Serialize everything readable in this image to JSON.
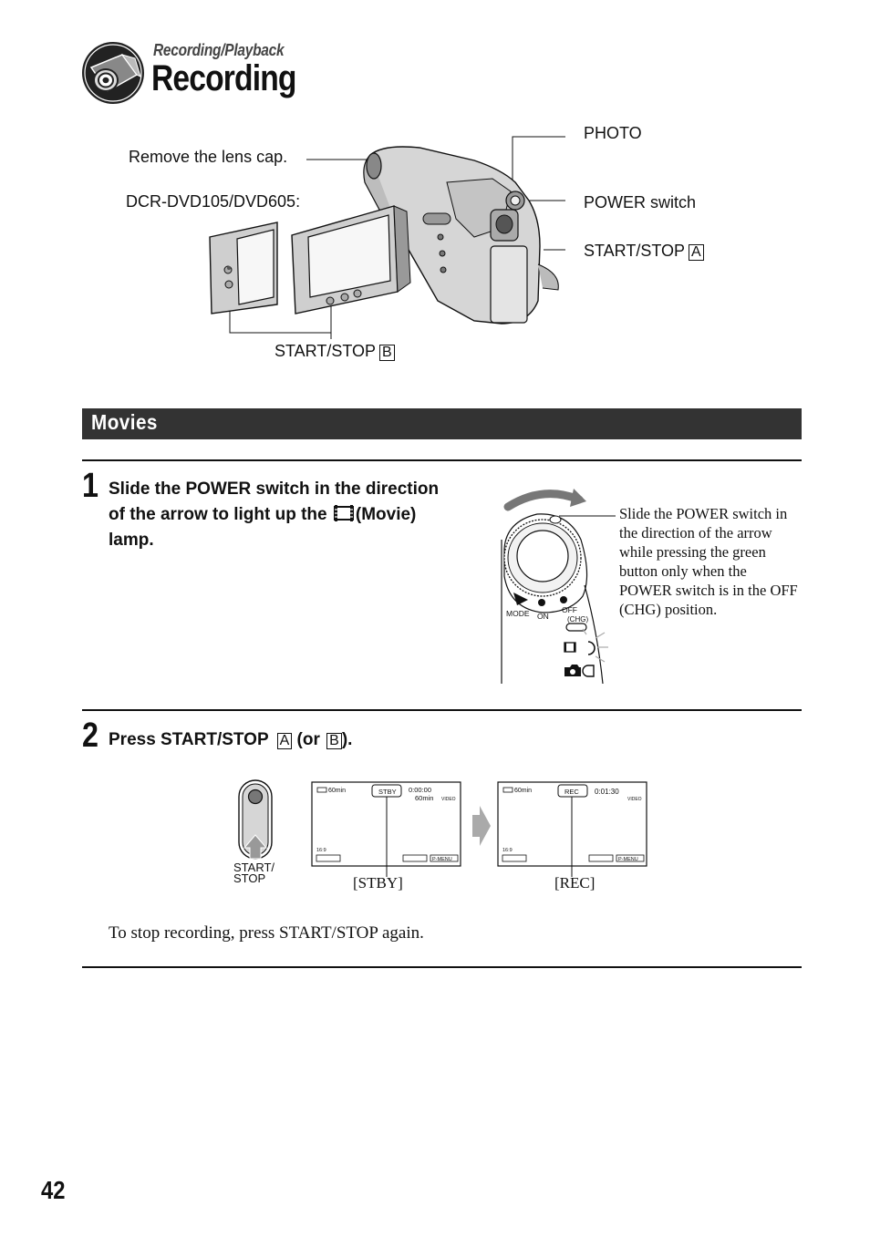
{
  "header": {
    "section": "Recording/Playback",
    "title": "Recording",
    "icon": "camcorder-section-icon"
  },
  "figure_top": {
    "lens_cap": "Remove the lens cap.",
    "model": "DCR-DVD105/DVD605:",
    "photo": "PHOTO",
    "power_switch": "POWER switch",
    "start_stop_a": "START/STOP",
    "start_stop_a_key": "A",
    "start_stop_b": "START/STOP",
    "start_stop_b_key": "B"
  },
  "movies": {
    "heading": "Movies"
  },
  "step1": {
    "number": "1",
    "line1": "Slide the POWER switch in the direction",
    "line2_pre": "of the arrow to light up the",
    "line2_post": "(Movie)",
    "line3": "lamp.",
    "note": "Slide the POWER switch in the direction of the arrow while pressing the green button only when the POWER switch is in the OFF (CHG) position.",
    "dial_labels": {
      "mode": "MODE",
      "on": "ON",
      "off": "OFF",
      "chg": "(CHG)"
    }
  },
  "step2": {
    "number": "2",
    "text_pre": "Press START/STOP",
    "key_a": "A",
    "text_mid": "(or",
    "key_b": "B",
    "text_post": ").",
    "button_label_1": "START/",
    "button_label_2": "STOP",
    "screen1": {
      "battery": "60min",
      "status": "STBY",
      "time": "0:00:00",
      "remaining": "60min",
      "disc": "VIDEO",
      "aspect": "16:9",
      "menu": "P-MENU",
      "label": "[STBY]"
    },
    "screen2": {
      "battery": "60min",
      "status": "REC",
      "time": "0:01:30",
      "disc": "VIDEO",
      "aspect": "16:9",
      "menu": "P-MENU",
      "label": "[REC]"
    },
    "stop_text": "To stop recording, press START/STOP again."
  },
  "footer": {
    "page_number": "42"
  }
}
